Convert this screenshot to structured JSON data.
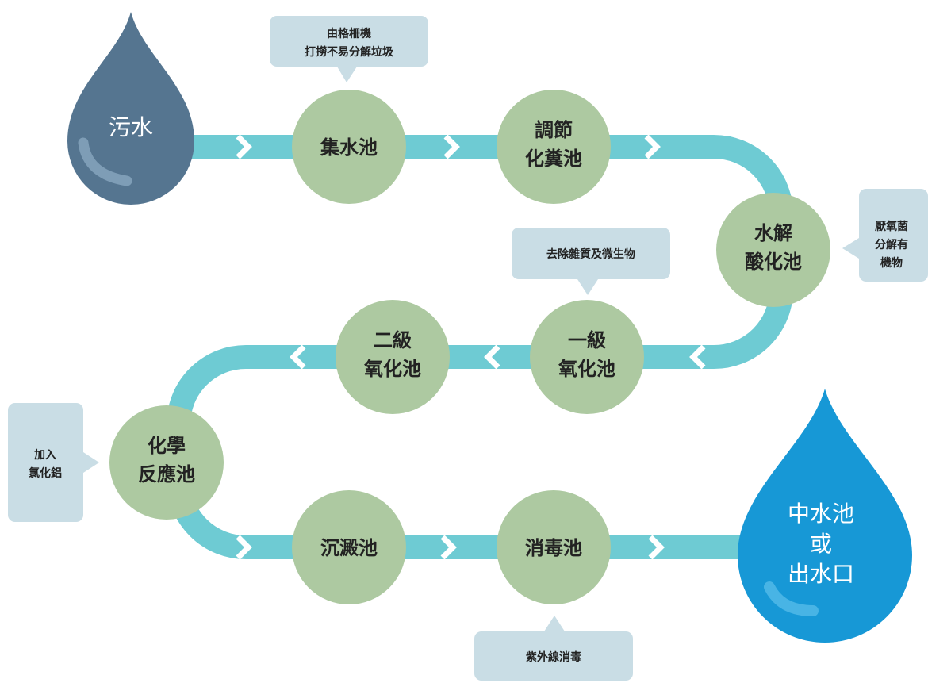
{
  "colors": {
    "pipe": "#6ecbd3",
    "node": "#adc9a1",
    "note": "#c9dde5",
    "drop_start": "#557590",
    "drop_end": "#1798d6",
    "chevron": "#ffffff"
  },
  "start": {
    "label": "污水"
  },
  "end": {
    "line1": "中水池",
    "line2": "或",
    "line3": "出水口"
  },
  "nodes": {
    "collection": {
      "line1": "集水池"
    },
    "equalization": {
      "line1": "調節",
      "line2": "化糞池"
    },
    "hydrolysis": {
      "line1": "水解",
      "line2": "酸化池"
    },
    "primary_oxidation": {
      "line1": "一級",
      "line2": "氧化池"
    },
    "secondary_oxidation": {
      "line1": "二級",
      "line2": "氧化池"
    },
    "chemical": {
      "line1": "化學",
      "line2": "反應池"
    },
    "sedimentation": {
      "line1": "沉澱池"
    },
    "disinfection": {
      "line1": "消毒池"
    }
  },
  "notes": {
    "screen": {
      "line1": "由格柵機",
      "line2": "打撈不易分解垃圾"
    },
    "anaerobic": {
      "line1": "厭氧菌",
      "line2": "分解有",
      "line3": "機物"
    },
    "impurities": {
      "line1": "去除雜質及微生物"
    },
    "alum": {
      "line1": "加入",
      "line2": "氯化鋁"
    },
    "uv": {
      "line1": "紫外線消毒"
    }
  }
}
